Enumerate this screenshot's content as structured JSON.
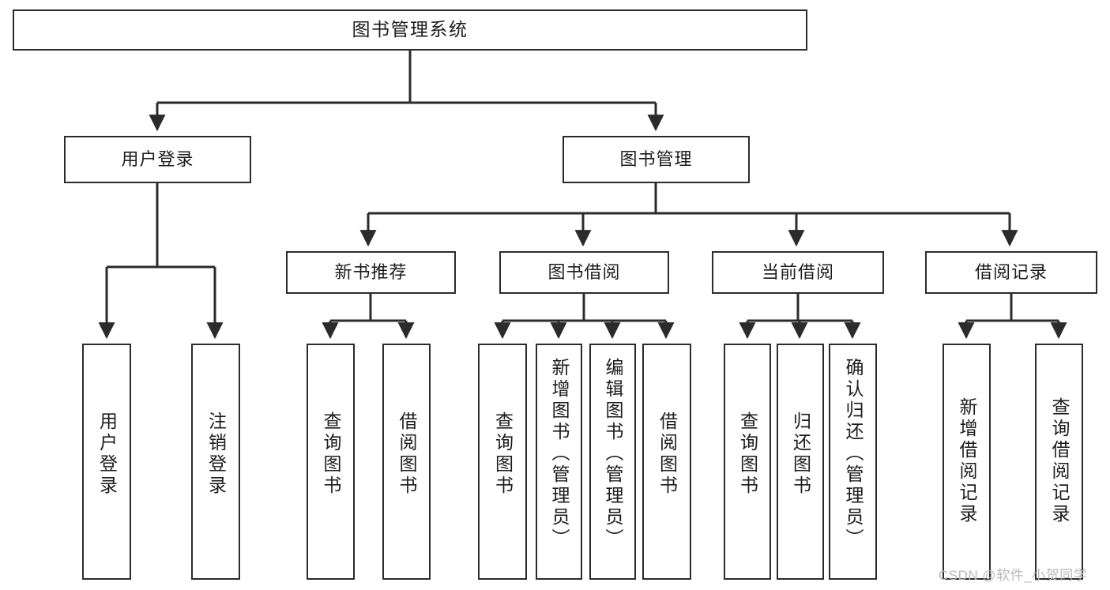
{
  "diagram": {
    "title": "图书管理系统",
    "type": "hierarchy-tree",
    "levels": 3,
    "root": {
      "id": "root",
      "label": "图书管理系统"
    },
    "level2": [
      {
        "id": "user-login",
        "label": "用户登录"
      },
      {
        "id": "book-manage",
        "label": "图书管理"
      }
    ],
    "level3": [
      {
        "id": "new-book-recommend",
        "label": "新书推荐",
        "parent": "book-manage"
      },
      {
        "id": "book-borrow",
        "label": "图书借阅",
        "parent": "book-manage"
      },
      {
        "id": "current-borrow",
        "label": "当前借阅",
        "parent": "book-manage"
      },
      {
        "id": "borrow-record",
        "label": "借阅记录",
        "parent": "book-manage"
      }
    ],
    "leaves": {
      "user_login": [
        {
          "id": "leaf-user-login",
          "label": "用户登录"
        },
        {
          "id": "leaf-logout",
          "label": "注销登录"
        }
      ],
      "new_book_recommend": [
        {
          "id": "leaf-query-book-1",
          "label": "查询图书"
        },
        {
          "id": "leaf-borrow-book-1",
          "label": "借阅图书"
        }
      ],
      "book_borrow": [
        {
          "id": "leaf-query-book-2",
          "label": "查询图书"
        },
        {
          "id": "leaf-add-book",
          "label": "新增图书（管理员）"
        },
        {
          "id": "leaf-edit-book",
          "label": "编辑图书（管理员）"
        },
        {
          "id": "leaf-borrow-book-2",
          "label": "借阅图书"
        }
      ],
      "current_borrow": [
        {
          "id": "leaf-query-book-3",
          "label": "查询图书"
        },
        {
          "id": "leaf-return-book",
          "label": "归还图书"
        },
        {
          "id": "leaf-confirm-return",
          "label": "确认归还（管理员）"
        }
      ],
      "borrow_record": [
        {
          "id": "leaf-add-record",
          "label": "新增借阅记录"
        },
        {
          "id": "leaf-query-record",
          "label": "查询借阅记录"
        }
      ]
    }
  },
  "watermark": {
    "text": "CSDN @软件_小贺同学"
  },
  "colors": {
    "stroke": "#2b2b2b",
    "background": "#ffffff",
    "text": "#1c1c1c",
    "watermark": "#b9b9b9"
  }
}
